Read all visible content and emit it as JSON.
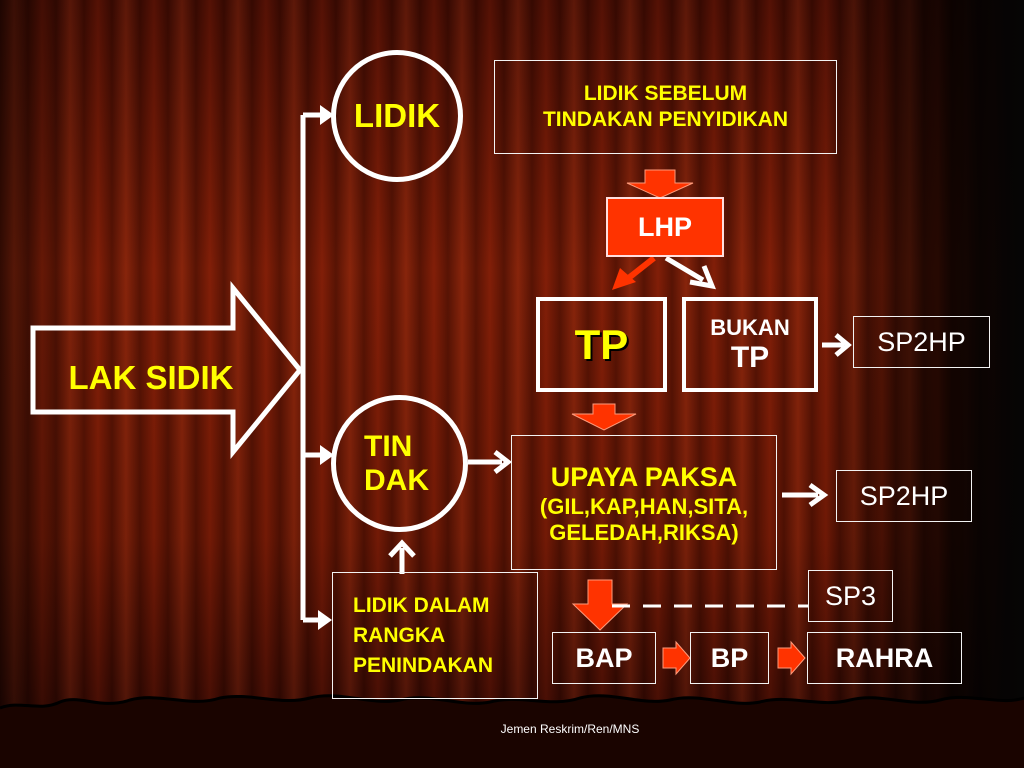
{
  "diagram": {
    "lak_sidik": "LAK SIDIK",
    "lidik": "LIDIK",
    "lidik_note": {
      "line1": "LIDIK SEBELUM",
      "line2": "TINDAKAN PENYIDIKAN"
    },
    "lhp": "LHP",
    "tp": "TP",
    "bukan_tp": {
      "line1": "BUKAN",
      "line2": "TP"
    },
    "sp2hp_top": "SP2HP",
    "tindak": {
      "line1": "TIN",
      "line2": "DAK"
    },
    "upaya_paksa": {
      "title": "UPAYA PAKSA",
      "line2": "(GIL,KAP,HAN,SITA,",
      "line3": "GELEDAH,RIKSA)"
    },
    "sp2hp_mid": "SP2HP",
    "lidik_rangka": {
      "line1": "LIDIK DALAM",
      "line2": "RANGKA",
      "line3": "PENINDAKAN"
    },
    "sp3": "SP3",
    "bap": "BAP",
    "bp": "BP",
    "rahra": "RAHRA"
  },
  "footer": "Jemen Reskrim/Ren/MNS",
  "colors": {
    "text_yellow": "#ffff00",
    "text_white": "#ffffff",
    "accent_red": "#ff3300",
    "background": "#6a1604"
  }
}
